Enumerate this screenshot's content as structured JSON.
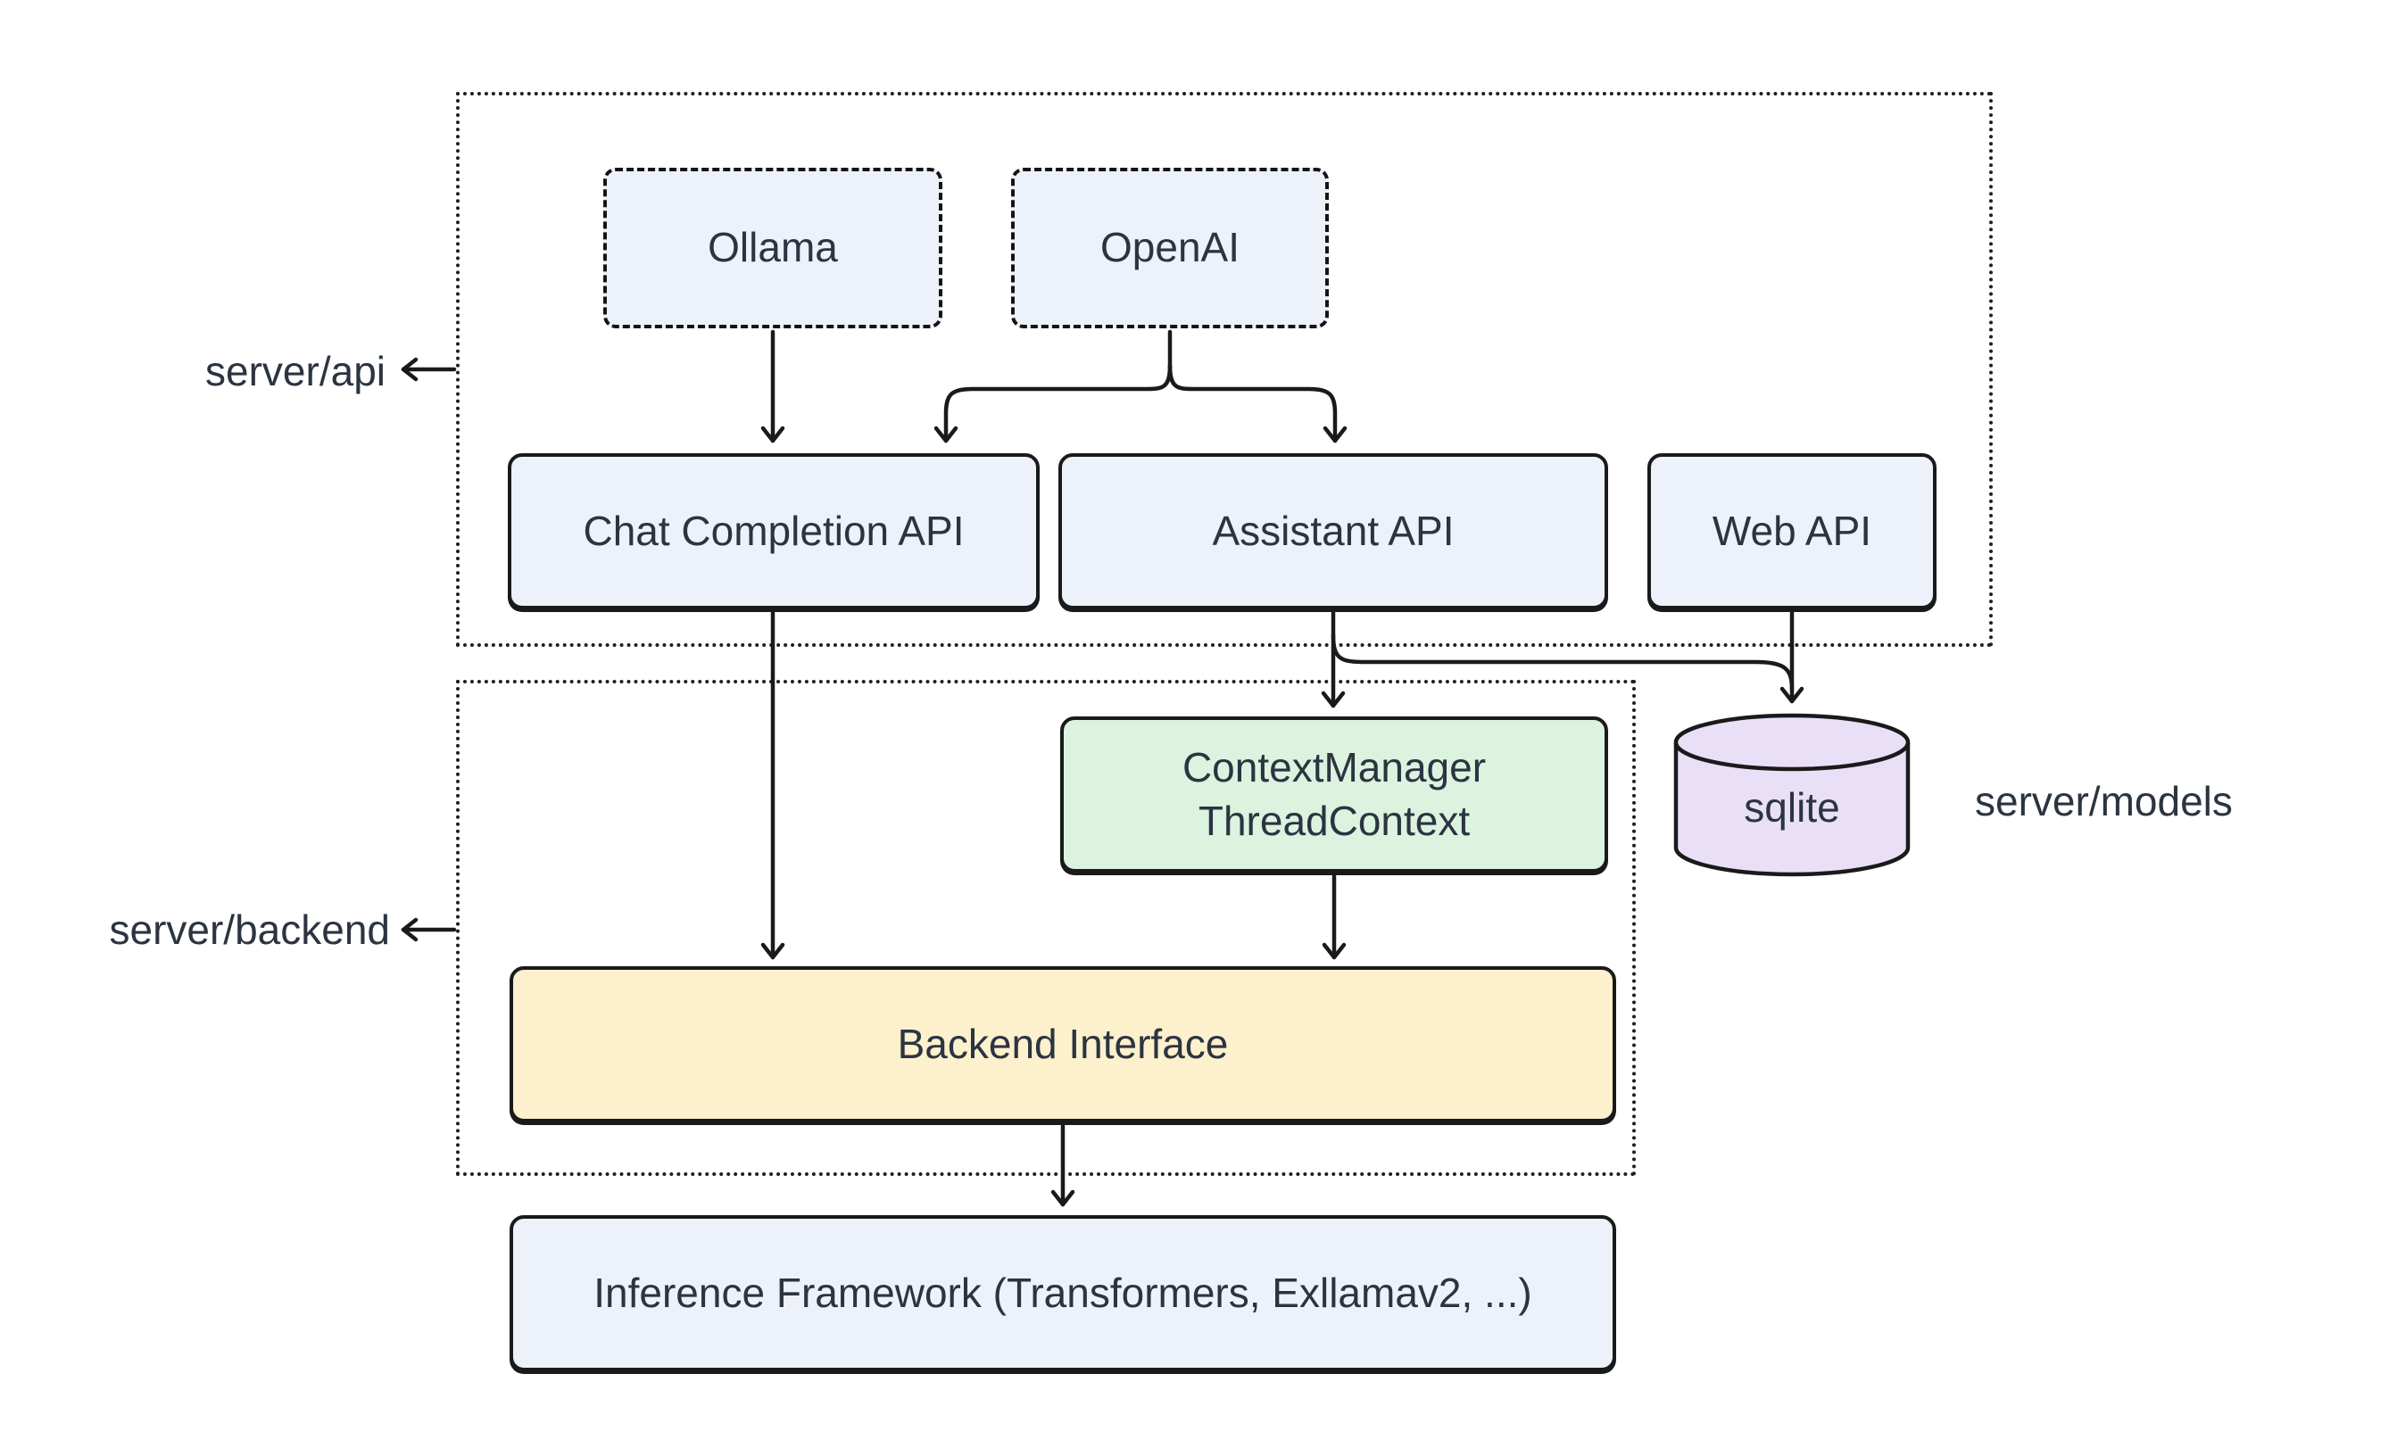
{
  "colors": {
    "node_blue": "#edf1fa",
    "node_green": "#dbf3df",
    "node_purple": "#e9e0f8",
    "node_yellow": "#fdf0cd",
    "stroke": "#1a1a1a",
    "text": "#2b3440",
    "background": "#ffffff"
  },
  "containers": {
    "api": {
      "label": "server/api"
    },
    "backend": {
      "label": "server/backend"
    },
    "models": {
      "label": "server/models"
    }
  },
  "nodes": {
    "ollama": {
      "label": "Ollama"
    },
    "openai": {
      "label": "OpenAI"
    },
    "chat_completion_api": {
      "label": "Chat Completion API"
    },
    "assistant_api": {
      "label": "Assistant API"
    },
    "web_api": {
      "label": "Web API"
    },
    "context_manager": {
      "line1": "ContextManager",
      "line2": "ThreadContext"
    },
    "sqlite": {
      "label": "sqlite"
    },
    "backend_interface": {
      "label": "Backend Interface"
    },
    "inference_framework": {
      "label": "Inference Framework (Transformers, Exllamav2, ...)"
    }
  },
  "edges": [
    {
      "from": "Ollama",
      "to": "Chat Completion API"
    },
    {
      "from": "OpenAI",
      "to": "Chat Completion API"
    },
    {
      "from": "OpenAI",
      "to": "Assistant API"
    },
    {
      "from": "Chat Completion API",
      "to": "Backend Interface"
    },
    {
      "from": "Assistant API",
      "to": "ContextManager ThreadContext"
    },
    {
      "from": "Assistant API",
      "to": "sqlite"
    },
    {
      "from": "Web API",
      "to": "sqlite"
    },
    {
      "from": "ContextManager ThreadContext",
      "to": "Backend Interface"
    },
    {
      "from": "Backend Interface",
      "to": "Inference Framework (Transformers, Exllamav2, ...)"
    }
  ]
}
